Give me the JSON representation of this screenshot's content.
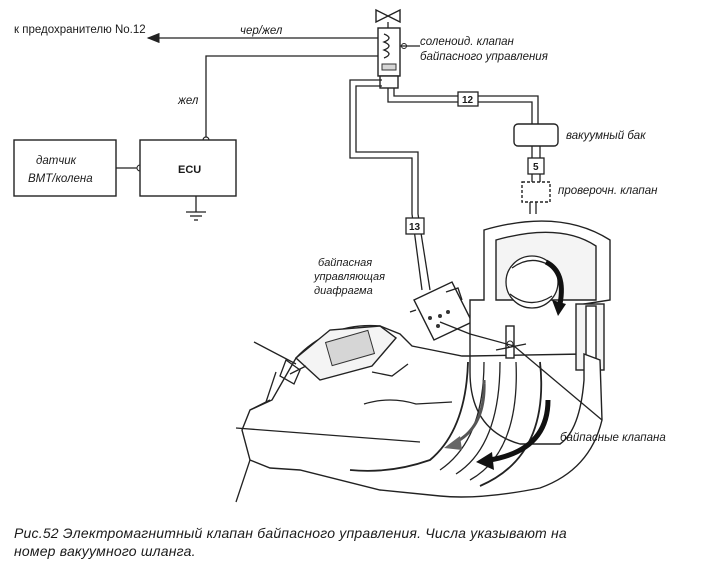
{
  "labels": {
    "fuse_ref": "к предохранителю No.12",
    "wire_blk_yel": "чер/жел",
    "wire_yel": "жел",
    "solenoid_line1": "соленоид. клапан",
    "solenoid_line2": "байпасного управления",
    "vacuum_tank": "вакуумный бак",
    "check_valve": "проверочн. клапан",
    "sensor_line1": "датчик",
    "sensor_line2": "ВМТ/колена",
    "ecu": "ECU",
    "diaphragm_line1": "байпасная",
    "diaphragm_line2": "управляющая",
    "diaphragm_line3": "диафрагма",
    "bypass_valves": "байпасные клапана"
  },
  "hoses": {
    "h12": "12",
    "h5": "5",
    "h13": "13"
  },
  "caption": {
    "line1": "Рис.52 Электромагнитный клапан байпасного управления. Числа указывают на",
    "line2": "номер вакуумного шланга."
  }
}
